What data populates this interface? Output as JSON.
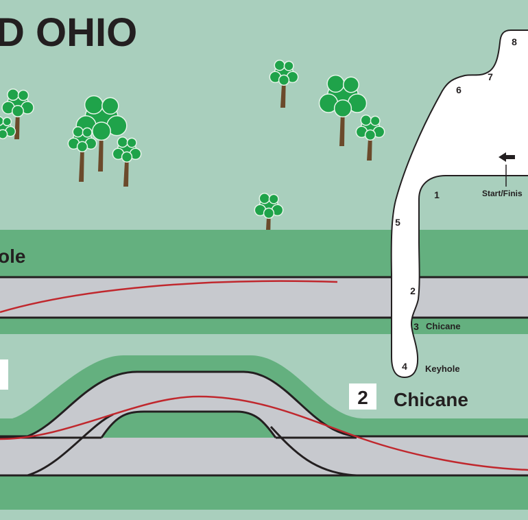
{
  "title": "D OHIO",
  "sections": {
    "keyhole": {
      "label": "ole"
    },
    "chicane": {
      "number": "2",
      "label": "Chicane"
    }
  },
  "track_map": {
    "start_finish": "Start/Finis",
    "turns": [
      {
        "number": "1"
      },
      {
        "number": "2"
      },
      {
        "number": "3",
        "name": "Chicane"
      },
      {
        "number": "4",
        "name": "Keyhole"
      },
      {
        "number": "5"
      },
      {
        "number": "6"
      },
      {
        "number": "7"
      },
      {
        "number": "8"
      }
    ]
  },
  "colors": {
    "sky": "#a9cfbd",
    "grass": "#64b07f",
    "asphalt": "#c7c9ce",
    "racing_line": "#c0272d",
    "edge": "#231f20",
    "tree_green": "#1fa34a",
    "trunk": "#6b4a2b",
    "track_map_fill": "#ffffff"
  }
}
